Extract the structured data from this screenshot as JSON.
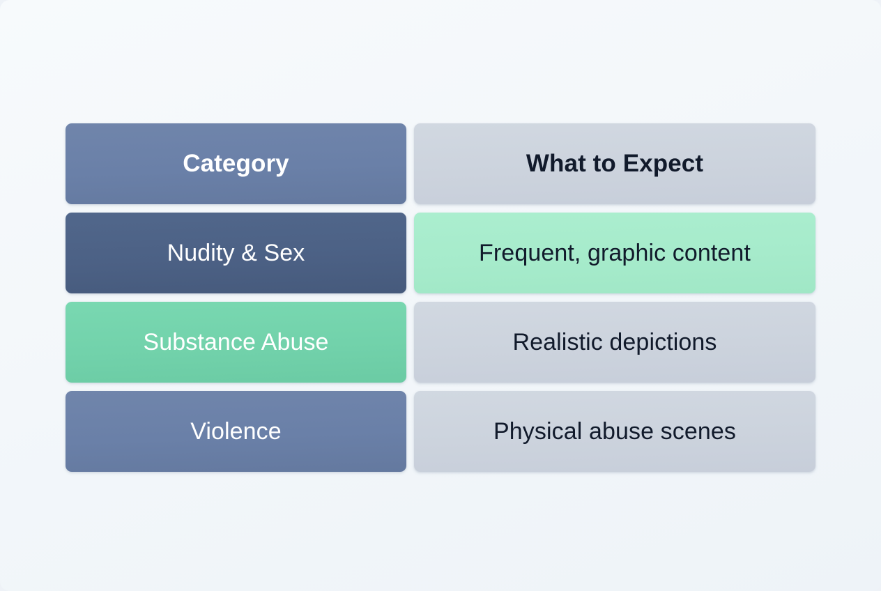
{
  "page": {
    "background_color": "#f4f7fa",
    "type": "comparison-table"
  },
  "palette": {
    "slate_light": "#6a80a8",
    "slate_dark": "#4c6185",
    "green": "#72d2ab",
    "mint": "#a6ebcb",
    "grey": "#ccd3dd",
    "text_white": "#ffffff",
    "text_dark": "#111a2b"
  },
  "table": {
    "columns": [
      {
        "header": "Category"
      },
      {
        "header": "What to Expect"
      }
    ],
    "rows": [
      {
        "category": "Nudity & Sex",
        "expectation": "Frequent, graphic content"
      },
      {
        "category": "Substance Abuse",
        "expectation": "Realistic depictions"
      },
      {
        "category": "Violence",
        "expectation": "Physical abuse scenes"
      }
    ]
  }
}
